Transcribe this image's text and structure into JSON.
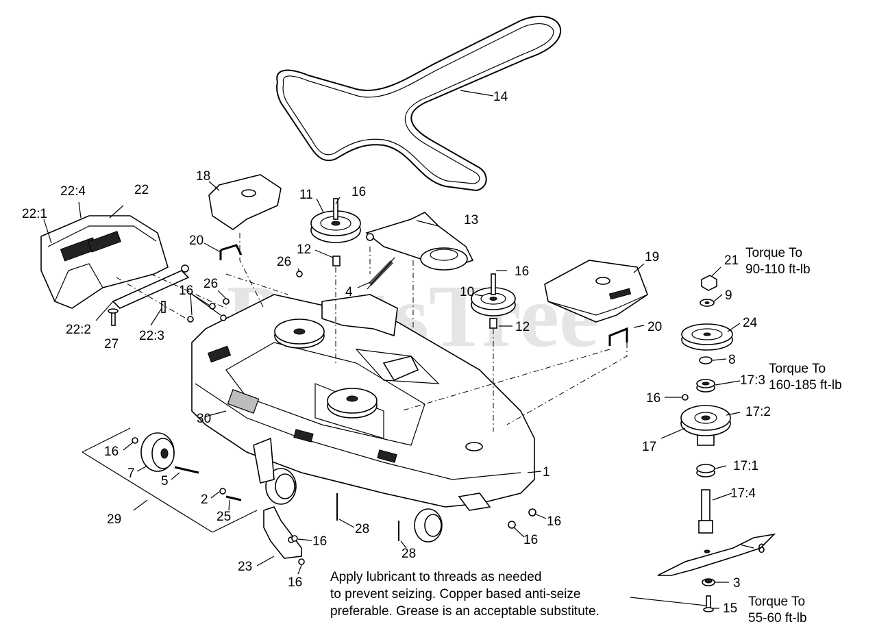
{
  "watermark": "PartsTree",
  "watermark_tm": "™",
  "callouts": {
    "c1": "1",
    "c2": "2",
    "c3": "3",
    "c4": "4",
    "c5": "5",
    "c6": "6",
    "c7": "7",
    "c8": "8",
    "c9": "9",
    "c10": "10",
    "c11": "11",
    "c12a": "12",
    "c12b": "12",
    "c13": "13",
    "c14": "14",
    "c15": "15",
    "c16a": "16",
    "c16b": "16",
    "c16c": "16",
    "c16d": "16",
    "c16e": "16",
    "c16f": "16",
    "c16g": "16",
    "c16h": "16",
    "c16i": "16",
    "c17": "17",
    "c17_1": "17:1",
    "c17_2": "17:2",
    "c17_3": "17:3",
    "c17_4": "17:4",
    "c18": "18",
    "c19": "19",
    "c20a": "20",
    "c20b": "20",
    "c21": "21",
    "c22": "22",
    "c22_1": "22:1",
    "c22_2": "22:2",
    "c22_3": "22:3",
    "c22_4": "22:4",
    "c23": "23",
    "c24": "24",
    "c25": "25",
    "c26a": "26",
    "c26b": "26",
    "c27": "27",
    "c28a": "28",
    "c28b": "28",
    "c29": "29",
    "c30": "30"
  },
  "torque_notes": {
    "spindle_nut": {
      "line1": "Torque To",
      "line2": "90-110 ft-lb"
    },
    "spindle_housing": {
      "line1": "Torque To",
      "line2": "160-185 ft-lb"
    },
    "blade_bolt": {
      "line1": "Torque To",
      "line2": "55-60 ft-lb"
    }
  },
  "lubricant_note": {
    "line1": "Apply lubricant to threads as needed",
    "line2": "to prevent seizing. Copper based anti-seize",
    "line3": "preferable. Grease is an acceptable substitute."
  }
}
